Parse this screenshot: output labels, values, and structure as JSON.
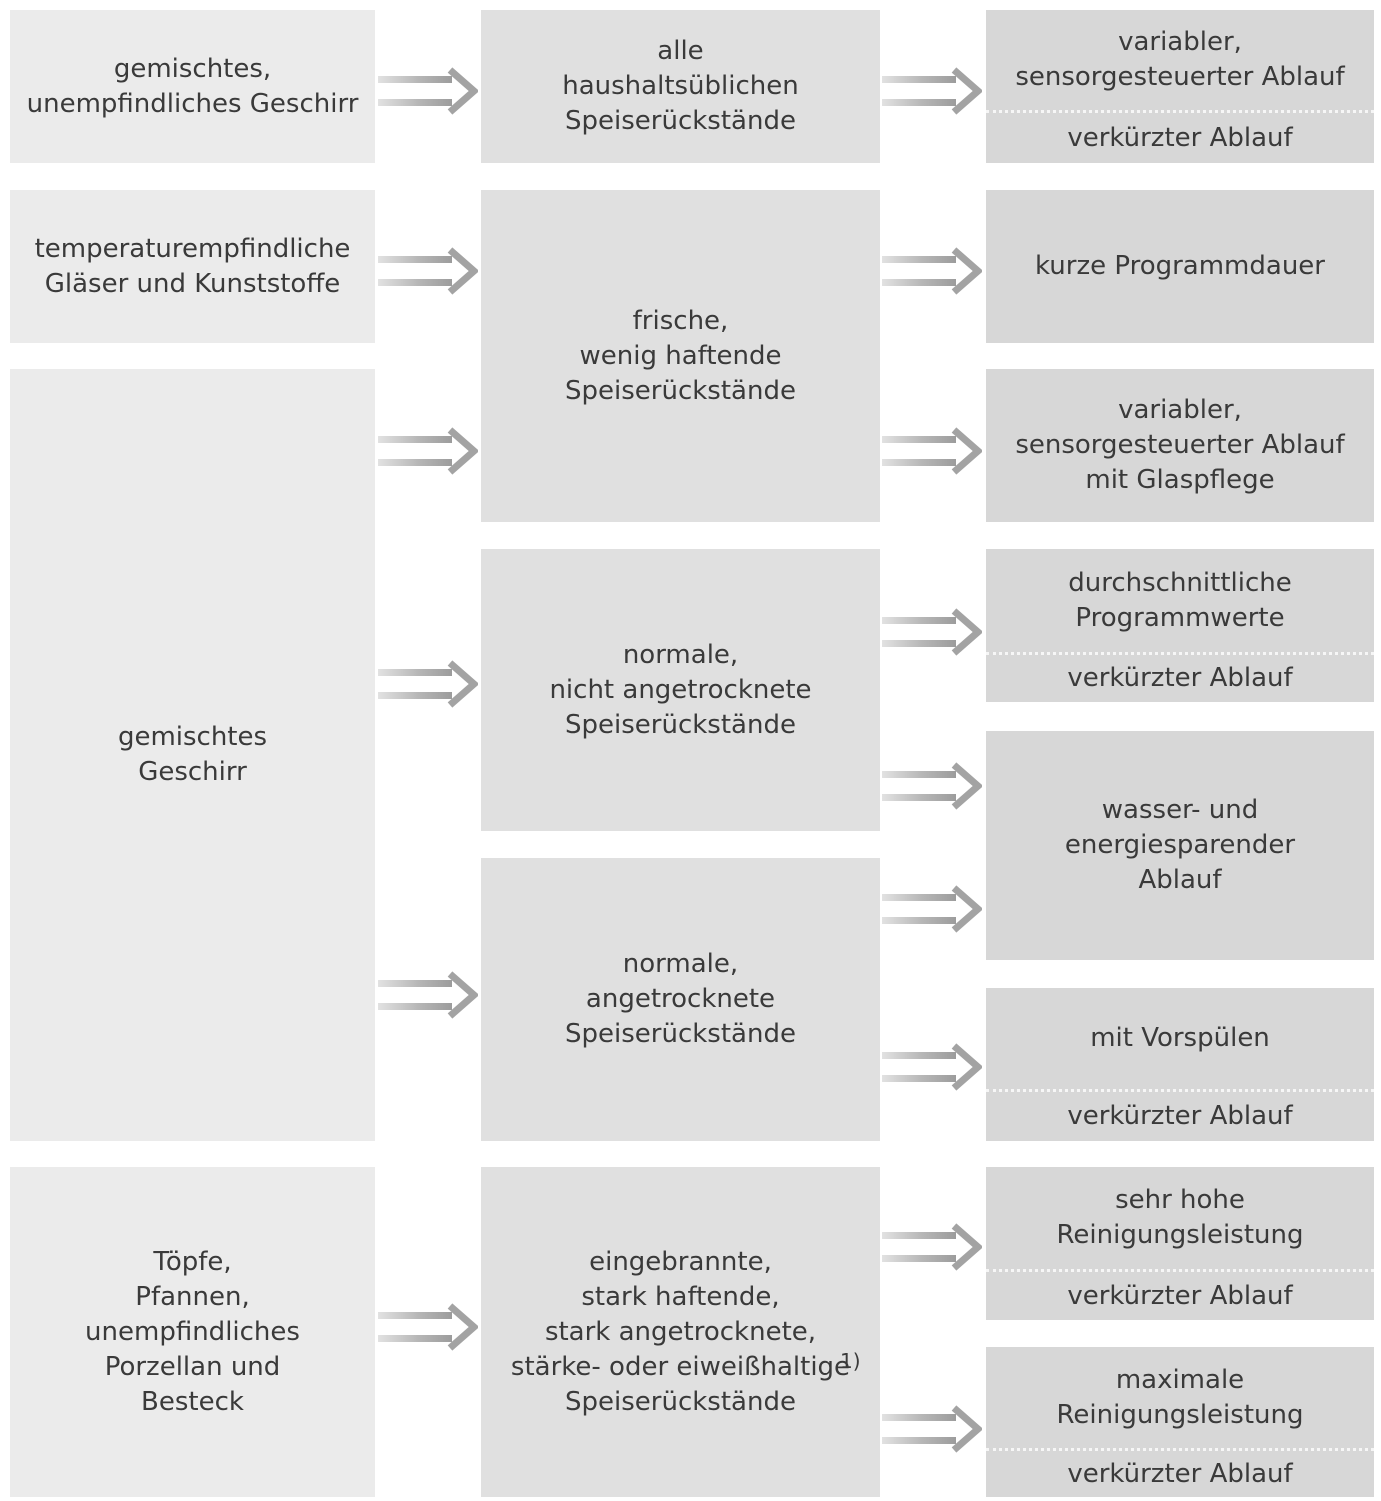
{
  "col1": {
    "b1": "gemischtes,\nunempfindliches Geschirr",
    "b2": "temperaturempfindliche\nGläser und Kunststoffe",
    "b3": "gemischtes\nGeschirr",
    "b4": "Töpfe,\nPfannen,\nunempfindliches\nPorzellan und\nBesteck"
  },
  "col2": {
    "b1": "alle\nhaushaltsüblichen\nSpeiserückstände",
    "b2": "frische,\nwenig haftende\nSpeiserückstände",
    "b3": "normale,\nnicht angetrocknete\nSpeiserückstände",
    "b4": "normale,\nangetrocknete\nSpeiserückstände",
    "b5": "eingebrannte,\nstark haftende,\nstark angetrocknete,\nstärke- oder eiweißhaltige\nSpeiserückstände",
    "footnote": "1)"
  },
  "col3": {
    "b1_top": "variabler,\nsensorgesteuerter Ablauf",
    "b1_bottom": "verkürzter Ablauf",
    "b2": "kurze Programmdauer",
    "b3": "variabler,\nsensorgesteuerter Ablauf\nmit Glaspflege",
    "b4_top": "durchschnittliche\nProgrammwerte",
    "b4_bottom": "verkürzter Ablauf",
    "b5": "wasser- und\nenergiesparender\nAblauf",
    "b6_top": "mit Vorspülen",
    "b6_bottom": "verkürzter Ablauf",
    "b7_top": "sehr hohe\nReinigungsleistung",
    "b7_bottom": "verkürzter Ablauf",
    "b8_top": "maximale\nReinigungsleistung",
    "b8_bottom": "verkürzter Ablauf"
  },
  "colors": {
    "col1": "#ebebeb",
    "col2": "#e0e0e0",
    "col3": "#d7d7d7",
    "arrow": "#a8a8a8",
    "text": "#3a3a3a"
  },
  "icons": {
    "arrow": "double-arrow-right-icon"
  }
}
